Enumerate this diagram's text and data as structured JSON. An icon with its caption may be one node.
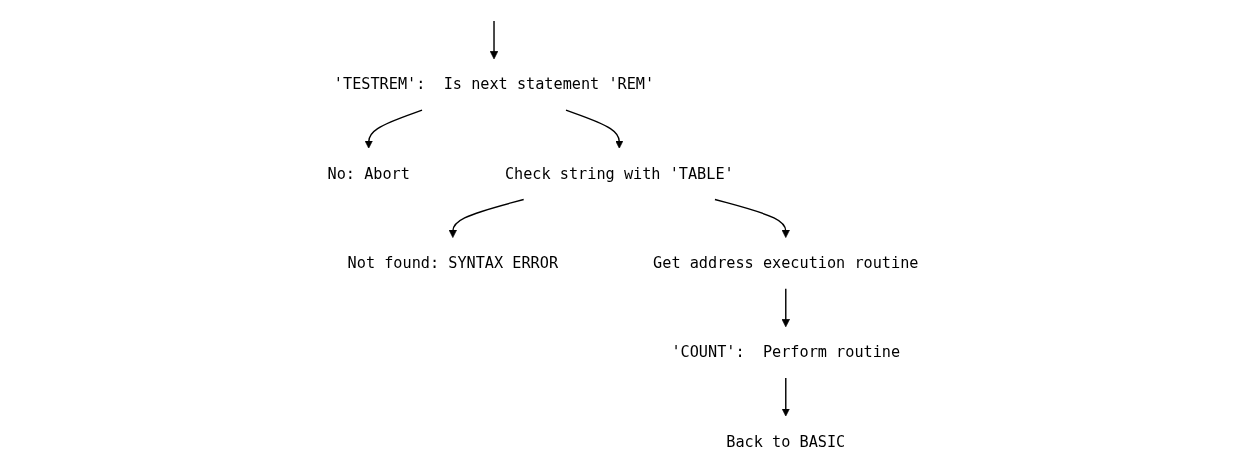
{
  "diagram": {
    "nodes": [
      {
        "text": [
          "Is next statement 'REM'"
        ],
        "beside": [
          "'TESTREM':"
        ]
      },
      {
        "text": [
          "No: Abort"
        ]
      },
      {
        "text": [
          "Check string with 'TABLE'"
        ]
      },
      {
        "text": [
          "Not found: SYNTAX ERROR"
        ]
      },
      {
        "text": [
          "Get address execution routine"
        ]
      },
      {
        "text": [
          "Perform routine"
        ],
        "beside": [
          "'COUNT':"
        ]
      },
      {
        "text": [
          "Back to BASIC"
        ]
      }
    ],
    "edges": [
      {
        "from": null,
        "to": 0,
        "arrow": "to"
      },
      {
        "from": 0,
        "to": 1,
        "arrow": "to"
      },
      {
        "from": 0,
        "to": 2,
        "arrow": "to"
      },
      {
        "from": 2,
        "to": 3,
        "arrow": "to"
      },
      {
        "from": 2,
        "to": 4,
        "arrow": "to"
      },
      {
        "from": 4,
        "to": 5,
        "arrow": "to"
      },
      {
        "from": 5,
        "to": 6,
        "arrow": "to"
      }
    ]
  }
}
